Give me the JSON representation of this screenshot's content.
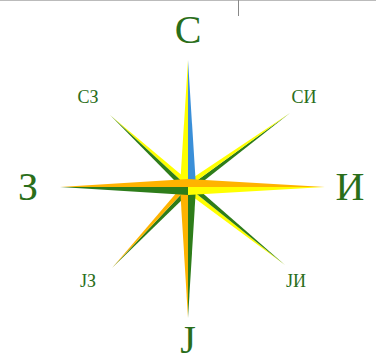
{
  "diagram": {
    "labels": [
      "С",
      "СИ",
      "И",
      "ЈИ",
      "Ј",
      "ЈЗ",
      "З",
      "СЗ"
    ]
  }
}
